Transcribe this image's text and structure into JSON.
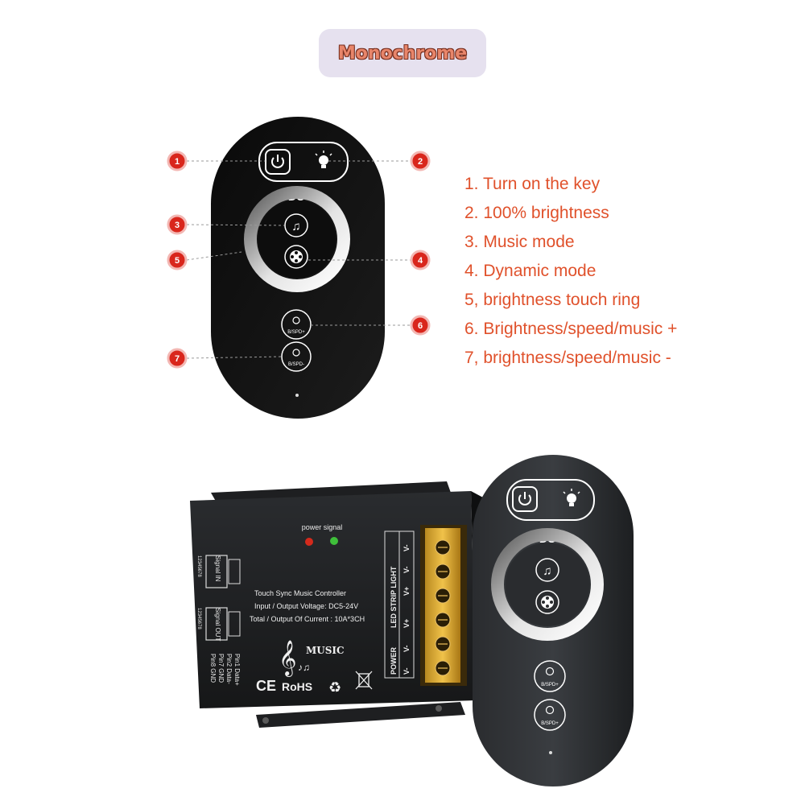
{
  "header": {
    "title": "Monochrome"
  },
  "callouts": {
    "c1": "1",
    "c2": "2",
    "c3": "3",
    "c4": "4",
    "c5": "5",
    "c6": "6",
    "c7": "7"
  },
  "legend": {
    "items": [
      "1. Turn on the key",
      "2. 100% brightness",
      "3. Music mode",
      "4. Dynamic mode",
      "5, brightness touch ring",
      "6. Brightness/speed/music +",
      "7, brightness/speed/music -"
    ]
  },
  "remote": {
    "brand": "DC",
    "btn_label": "B/SPD+",
    "btn_label_minus": "B/SPD-"
  },
  "controller": {
    "indicator_label": "power  signal",
    "signal_in": "Signal IN",
    "signal_out": "Signal OUT",
    "pin_numbers": "12345678",
    "product_name": "Touch Sync Music Controller",
    "voltage": "Input / Output Voltage: DC5-24V",
    "current": "Total / Output Of Current : 10A*3CH",
    "music_label": "MUSIC",
    "pins": [
      "Pin1 Data+",
      "Pin2 Data-",
      "Pin7 GND",
      "Pin8 GND"
    ],
    "cert_ce": "CE",
    "cert_rohs": "RoHS",
    "strip_label": "LED STRIP LIGHT",
    "power_label": "POWER",
    "terminals": [
      "V-",
      "V-",
      "V+",
      "V+",
      "V-",
      "V-"
    ]
  },
  "colors": {
    "accent": "#e0512b",
    "callout": "#d9261c",
    "pill_bg": "#e6e1ef"
  }
}
